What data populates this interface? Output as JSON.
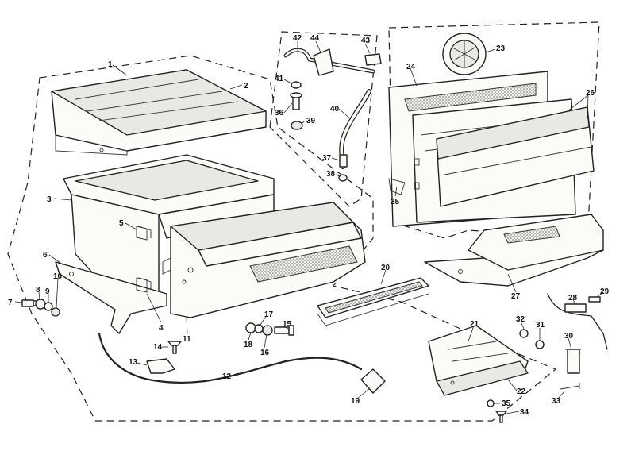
{
  "callouts": [
    {
      "id": "1",
      "text": "1"
    },
    {
      "id": "2",
      "text": "2"
    },
    {
      "id": "3",
      "text": "3"
    },
    {
      "id": "4",
      "text": "4"
    },
    {
      "id": "5",
      "text": "5"
    },
    {
      "id": "6",
      "text": "6"
    },
    {
      "id": "7",
      "text": "7"
    },
    {
      "id": "8",
      "text": "8"
    },
    {
      "id": "9",
      "text": "9"
    },
    {
      "id": "10",
      "text": "10"
    },
    {
      "id": "11",
      "text": "11"
    },
    {
      "id": "12",
      "text": "12"
    },
    {
      "id": "13",
      "text": "13"
    },
    {
      "id": "14",
      "text": "14"
    },
    {
      "id": "15",
      "text": "15"
    },
    {
      "id": "16",
      "text": "16"
    },
    {
      "id": "17",
      "text": "17"
    },
    {
      "id": "18",
      "text": "18"
    },
    {
      "id": "19",
      "text": "19"
    },
    {
      "id": "20",
      "text": "20"
    },
    {
      "id": "21",
      "text": "21"
    },
    {
      "id": "22",
      "text": "22"
    },
    {
      "id": "23",
      "text": "23"
    },
    {
      "id": "24",
      "text": "24"
    },
    {
      "id": "25",
      "text": "25"
    },
    {
      "id": "26",
      "text": "26"
    },
    {
      "id": "27",
      "text": "27"
    },
    {
      "id": "28",
      "text": "28"
    },
    {
      "id": "29",
      "text": "29"
    },
    {
      "id": "30",
      "text": "30"
    },
    {
      "id": "31",
      "text": "31"
    },
    {
      "id": "32",
      "text": "32"
    },
    {
      "id": "33",
      "text": "33"
    },
    {
      "id": "34",
      "text": "34"
    },
    {
      "id": "35",
      "text": "35"
    },
    {
      "id": "36",
      "text": "36"
    },
    {
      "id": "37",
      "text": "37"
    },
    {
      "id": "38",
      "text": "38"
    },
    {
      "id": "39",
      "text": "39"
    },
    {
      "id": "40",
      "text": "40"
    },
    {
      "id": "41",
      "text": "41"
    },
    {
      "id": "42",
      "text": "42"
    },
    {
      "id": "43",
      "text": "43"
    },
    {
      "id": "44",
      "text": "44"
    }
  ],
  "colors": {
    "line": "#222222",
    "paper": "#ffffff",
    "fill": "#fbfbf8"
  }
}
